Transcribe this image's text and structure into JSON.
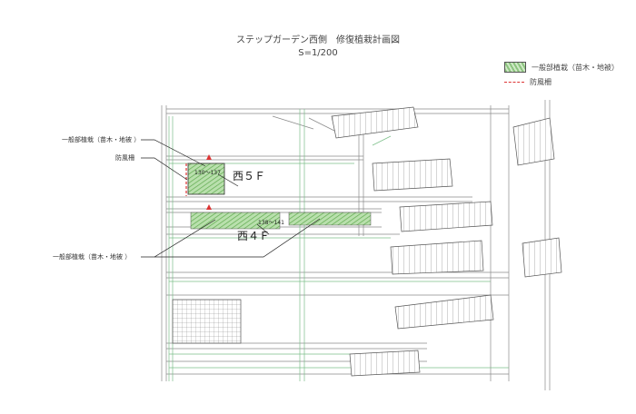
{
  "title": {
    "line1": "ステップガーデン西側　修復植栽計画図",
    "line2": "S=1/200"
  },
  "legend": {
    "planting": "一般部植栽（苗木・地被）",
    "windbreak": "防風柵"
  },
  "callouts": {
    "upper_planting": "一般部植栽（苗木・地被 ）",
    "windbreak": "防風柵",
    "lower_planting": "一般部植栽（苗木・地被 ）"
  },
  "floors": {
    "west5": "西５Ｆ",
    "west4": "西４Ｆ"
  },
  "area_codes": {
    "upper": "130～137",
    "lower": "138～141"
  },
  "colors": {
    "planting_fill": "#a9d89b",
    "planting_hatch": "#6fb25e",
    "windbreak": "#dd3333",
    "line_gray": "#888888",
    "line_green": "#7cbf8a"
  }
}
